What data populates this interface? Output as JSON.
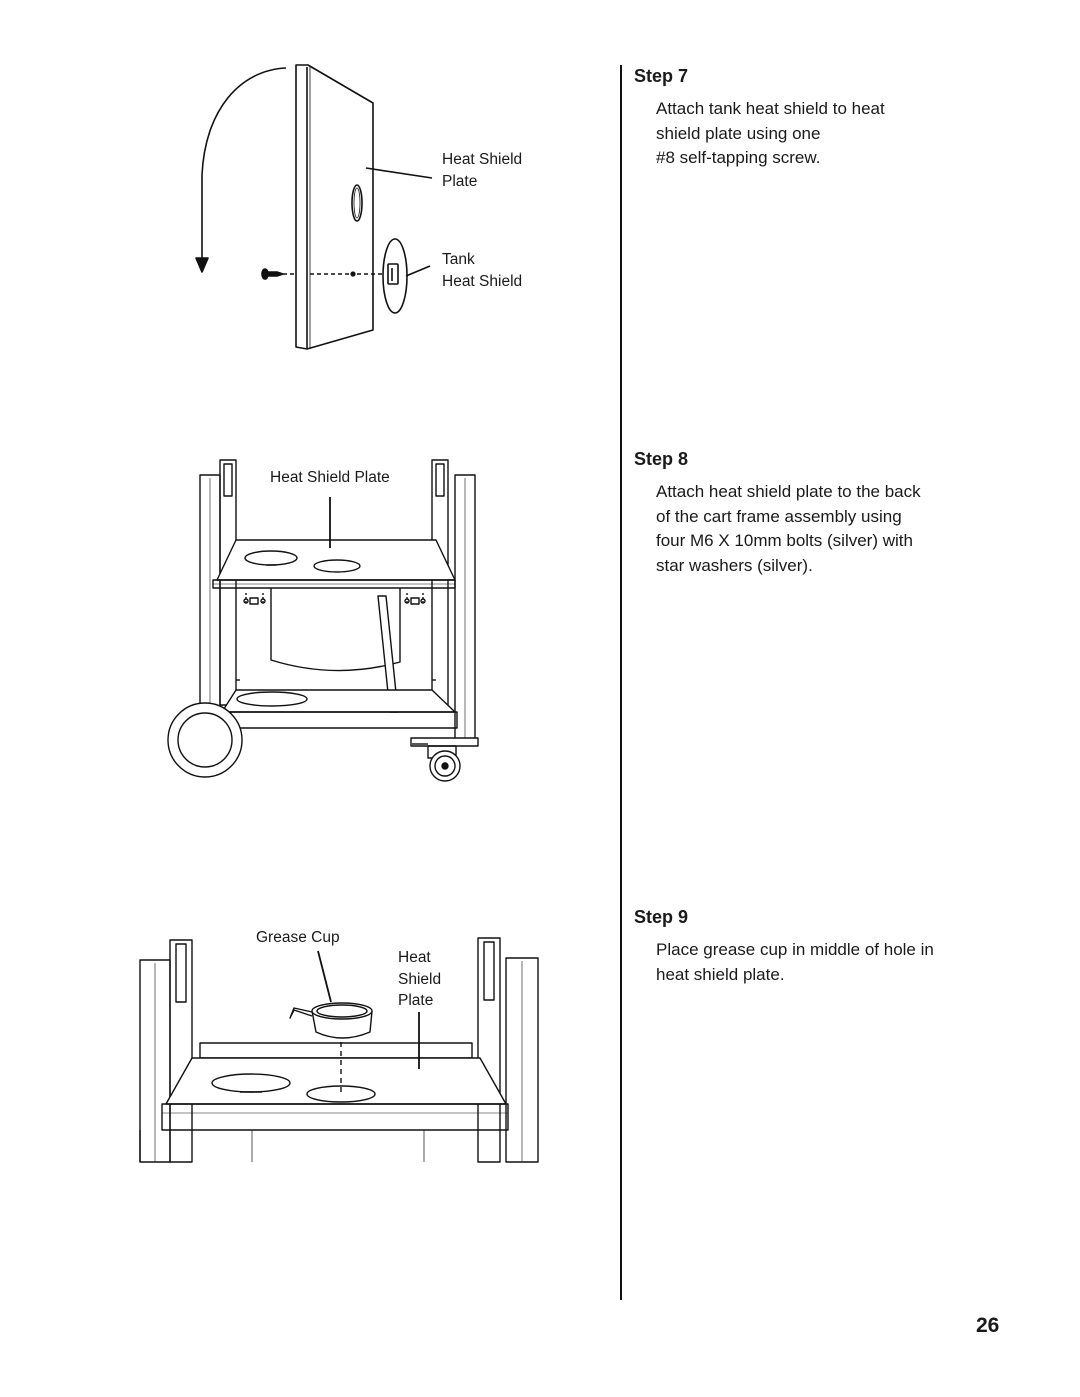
{
  "steps": [
    {
      "title": "Step 7",
      "lines": [
        "Attach tank heat shield to heat",
        "shield plate using one",
        "#8 self-tapping screw."
      ]
    },
    {
      "title": "Step 8",
      "lines": [
        "Attach heat shield plate to the back",
        "of the cart frame assembly using",
        "four M6 X 10mm bolts (silver) with",
        "star washers (silver)."
      ]
    },
    {
      "title": "Step 9",
      "lines": [
        "Place grease cup in middle of hole in",
        "heat shield plate."
      ]
    }
  ],
  "figure1": {
    "heat_shield_plate_lines": [
      "Heat Shield",
      "Plate"
    ],
    "tank_heat_shield_lines": [
      "Tank",
      "Heat Shield"
    ]
  },
  "figure2": {
    "heat_shield_plate": "Heat Shield Plate"
  },
  "figure3": {
    "grease_cup": "Grease Cup",
    "heat_shield_plate_lines": [
      "Heat",
      "Shield",
      "Plate"
    ]
  },
  "page_number": "26"
}
